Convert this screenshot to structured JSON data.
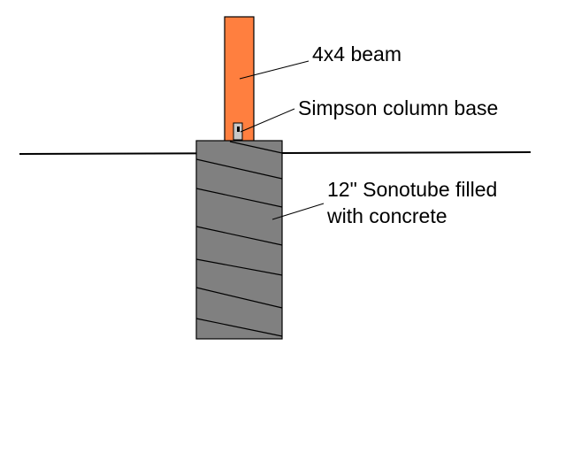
{
  "labels": {
    "beam": "4x4 beam",
    "column_base": "Simpson column base",
    "sonotube_line1": "12\" Sonotube filled",
    "sonotube_line2": "with concrete"
  },
  "colors": {
    "beam_fill": "#FF7F3F",
    "concrete_fill": "#808080",
    "outline": "#000000",
    "background": "#FFFFFF",
    "base_fill": "#C8C8C8"
  }
}
